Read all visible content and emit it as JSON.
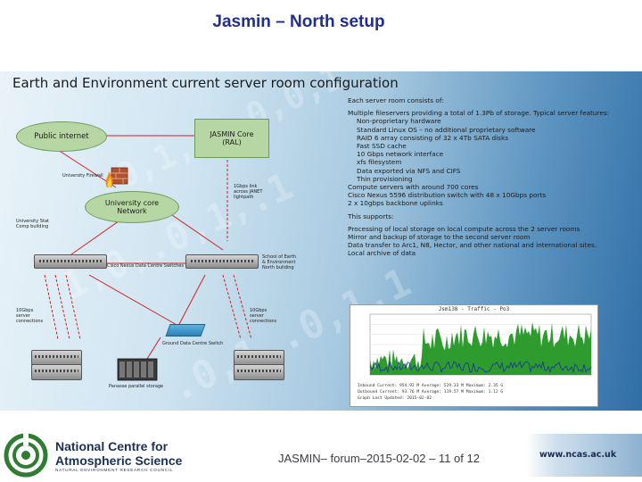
{
  "slide": {
    "title": "Jasmin – North setup"
  },
  "panel": {
    "title": "Earth and Environment current server room configuration",
    "background_digits": [
      "0,1,.0,0,0,1",
      "1,0,.0,1,.1",
      ".0,1,.0,1,1"
    ]
  },
  "diagram": {
    "public_internet": "Public internet",
    "jasmin_core": "JASMIN Core\n(RAL)",
    "university_core": "University core\nNetwork",
    "university_firewall": "University Firewall",
    "lightpath": "1Gbps link\nacross JANET\nlightpath",
    "left_building": "University Stat\nComp building",
    "cisco_switches": "Cisco Nexus Data Centre Switches",
    "school_building": "School of Earth\n& Environment\nNorth building",
    "left_connections": "10Gbps\nserver\nconnections",
    "right_connections": "10Gbps\nserver\nconnections",
    "storage_switch": "Ground Data Centre Switch",
    "storage_label": "Panasas parallel storage"
  },
  "info": {
    "lines": [
      {
        "text": "Each server room consists of:",
        "indent": false,
        "gap": true
      },
      {
        "text": "Multiple fileservers providing a total of 1.3Pb of storage. Typical server features:",
        "indent": false,
        "gap": false
      },
      {
        "text": "Non-proprietary hardware",
        "indent": true,
        "gap": false
      },
      {
        "text": "Standard Linux OS – no additional proprietary software",
        "indent": true,
        "gap": false
      },
      {
        "text": "RAID 6 array consisting of 32 x 4Tb SATA disks",
        "indent": true,
        "gap": false
      },
      {
        "text": "Fast SSD cache",
        "indent": true,
        "gap": false
      },
      {
        "text": "10 Gbps network interface",
        "indent": true,
        "gap": false
      },
      {
        "text": "xfs filesystem",
        "indent": true,
        "gap": false
      },
      {
        "text": "Data exported via NFS and CIFS",
        "indent": true,
        "gap": false
      },
      {
        "text": "Thin provisioning",
        "indent": true,
        "gap": false
      },
      {
        "text": "Compute servers with around 700 cores",
        "indent": false,
        "gap": false
      },
      {
        "text": "Cisco Nexus 5596 distribution switch with 48 x 10Gbps ports",
        "indent": false,
        "gap": false
      },
      {
        "text": "2 x 10gbps backbone uplinks",
        "indent": false,
        "gap": true
      },
      {
        "text": "This supports:",
        "indent": false,
        "gap": true
      },
      {
        "text": "Processing of local storage on local compute across the 2 server rooms",
        "indent": false,
        "gap": false
      },
      {
        "text": "Mirror and backup of storage to the second server room",
        "indent": false,
        "gap": false
      },
      {
        "text": "Data transfer to Arc1, N8, Hector, and other national and international sites.",
        "indent": false,
        "gap": false
      },
      {
        "text": "Local archive of data",
        "indent": false,
        "gap": false
      }
    ]
  },
  "graph": {
    "title": "Jsm138 - Traffic - Po3",
    "legend": [
      "Inbound   Current: 954.92 M   Average: 529.33 M   Maximum: 2.35 G",
      "Outbound  Current:  93.76 M   Average: 119.57 M   Maximum: 1.12 G",
      "Graph Last Updated: 2015-02-02"
    ],
    "colors": {
      "inbound": "#2e9b2e",
      "outbound": "#1b2fa0"
    }
  },
  "footer": {
    "org_line1": "National Centre for",
    "org_line2": "Atmospheric Science",
    "org_line3": "NATURAL ENVIRONMENT RESEARCH COUNCIL",
    "center_text": "JASMIN– forum–2015-02-02 – 11 of 12",
    "url": "www.ncas.ac.uk"
  }
}
